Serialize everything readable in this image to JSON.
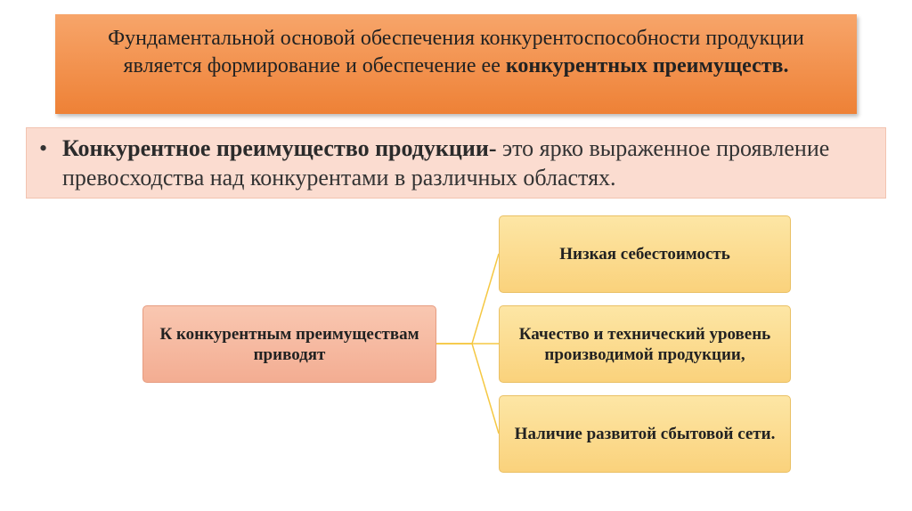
{
  "title": {
    "text_regular": "Фундаментальной основой обеспечения конкурентоспособности продукции является формирование и обеспечение ее ",
    "text_bold": "конкурентных преимуществ."
  },
  "definition": {
    "bullet": "•",
    "term": "Конкурентное преимущество продукции-",
    "text": " это ярко выраженное проявление превосходства над конкурентами в различных областях."
  },
  "diagram": {
    "root": "К конкурентным преимуществам приводят",
    "children": [
      "Низкая себестоимость",
      "Качество и технический уровень производимой продукции,",
      "Наличие развитой сбытовой сети."
    ]
  },
  "colors": {
    "title_fill": "#ee8136",
    "definition_fill": "#fbdcd0",
    "root_fill": "#f3ad92",
    "child_fill": "#fad27c",
    "connector": "#f5c843"
  }
}
